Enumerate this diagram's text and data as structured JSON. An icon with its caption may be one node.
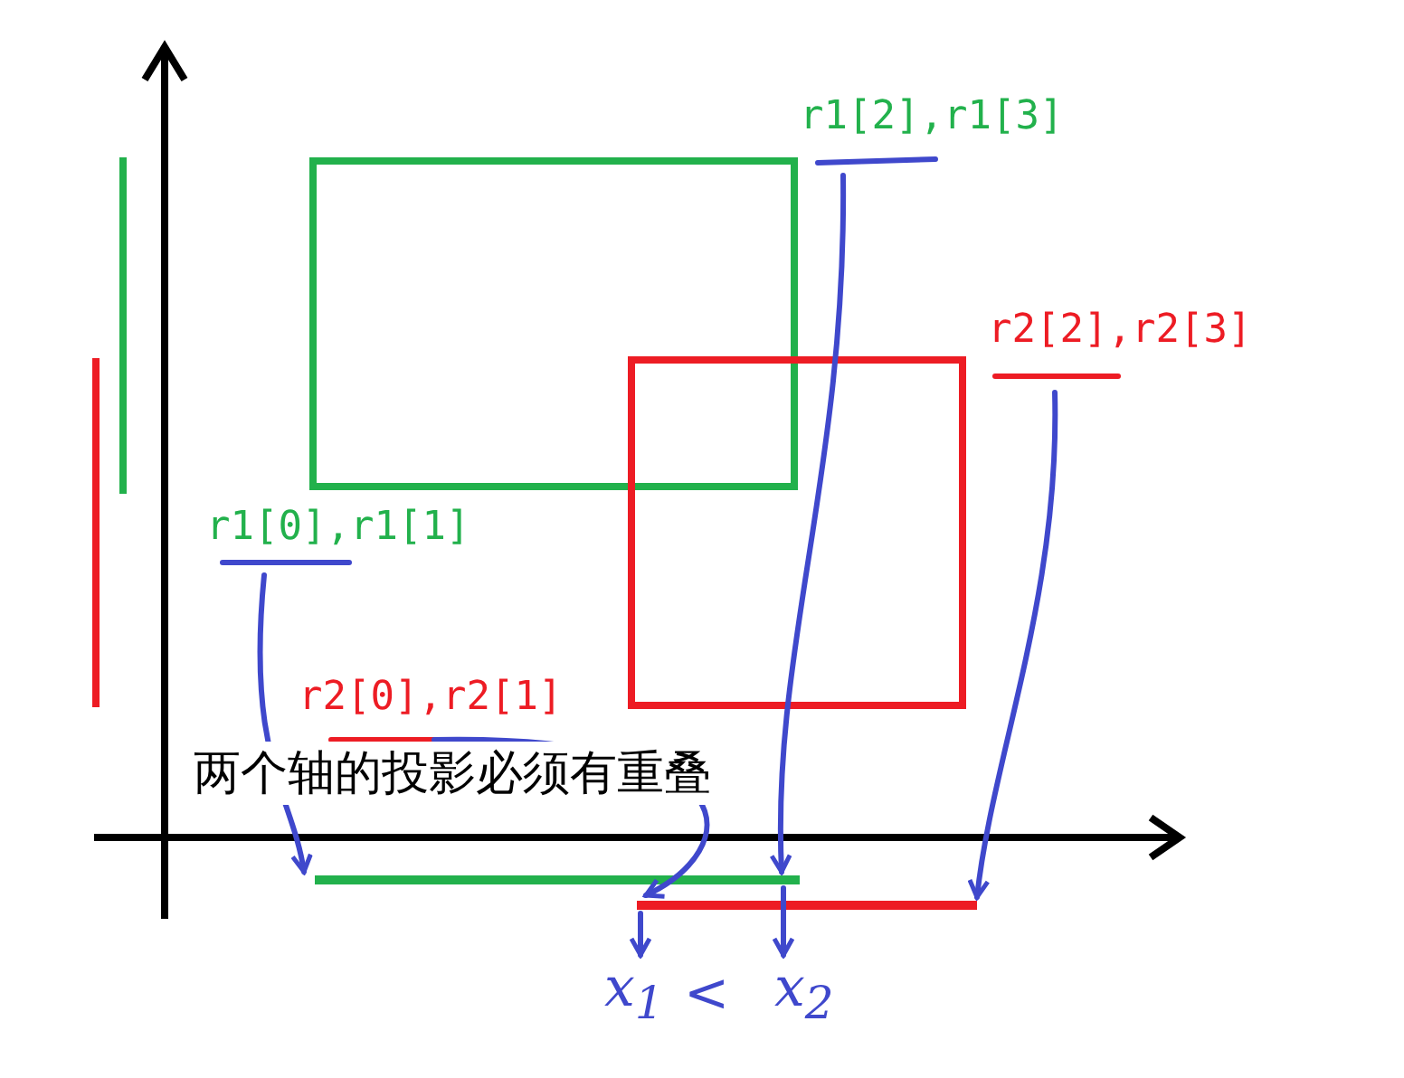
{
  "diagram": {
    "nodes": [
      {
        "text": [],
        "shape": "box"
      },
      {
        "text": [],
        "shape": "box"
      },
      {
        "text": [
          "r1[2],r1[3]"
        ]
      },
      {
        "text": [
          "r2[2],r2[3]"
        ]
      },
      {
        "text": [
          "r1[0],r1[1]"
        ]
      },
      {
        "text": [
          "r2[0],r2[1]"
        ]
      },
      {
        "text": [],
        "shape": "bar"
      },
      {
        "text": [],
        "shape": "bar"
      },
      {
        "text": [
          "x$_{1}$"
        ]
      },
      {
        "text": [
          "x$_{2}$"
        ]
      }
    ],
    "edges": [
      {
        "from": 2,
        "to": 6,
        "arrow": "to"
      },
      {
        "from": 3,
        "to": 7,
        "arrow": "to"
      },
      {
        "from": 4,
        "to": 6,
        "arrow": "to"
      },
      {
        "from": 5,
        "to": 7,
        "arrow": "to"
      },
      {
        "from": 7,
        "to": 8,
        "arrow": "to"
      },
      {
        "from": 6,
        "to": 9,
        "arrow": "to"
      }
    ],
    "labels": [
      "两个轴的投影必须有重叠",
      "<"
    ]
  }
}
